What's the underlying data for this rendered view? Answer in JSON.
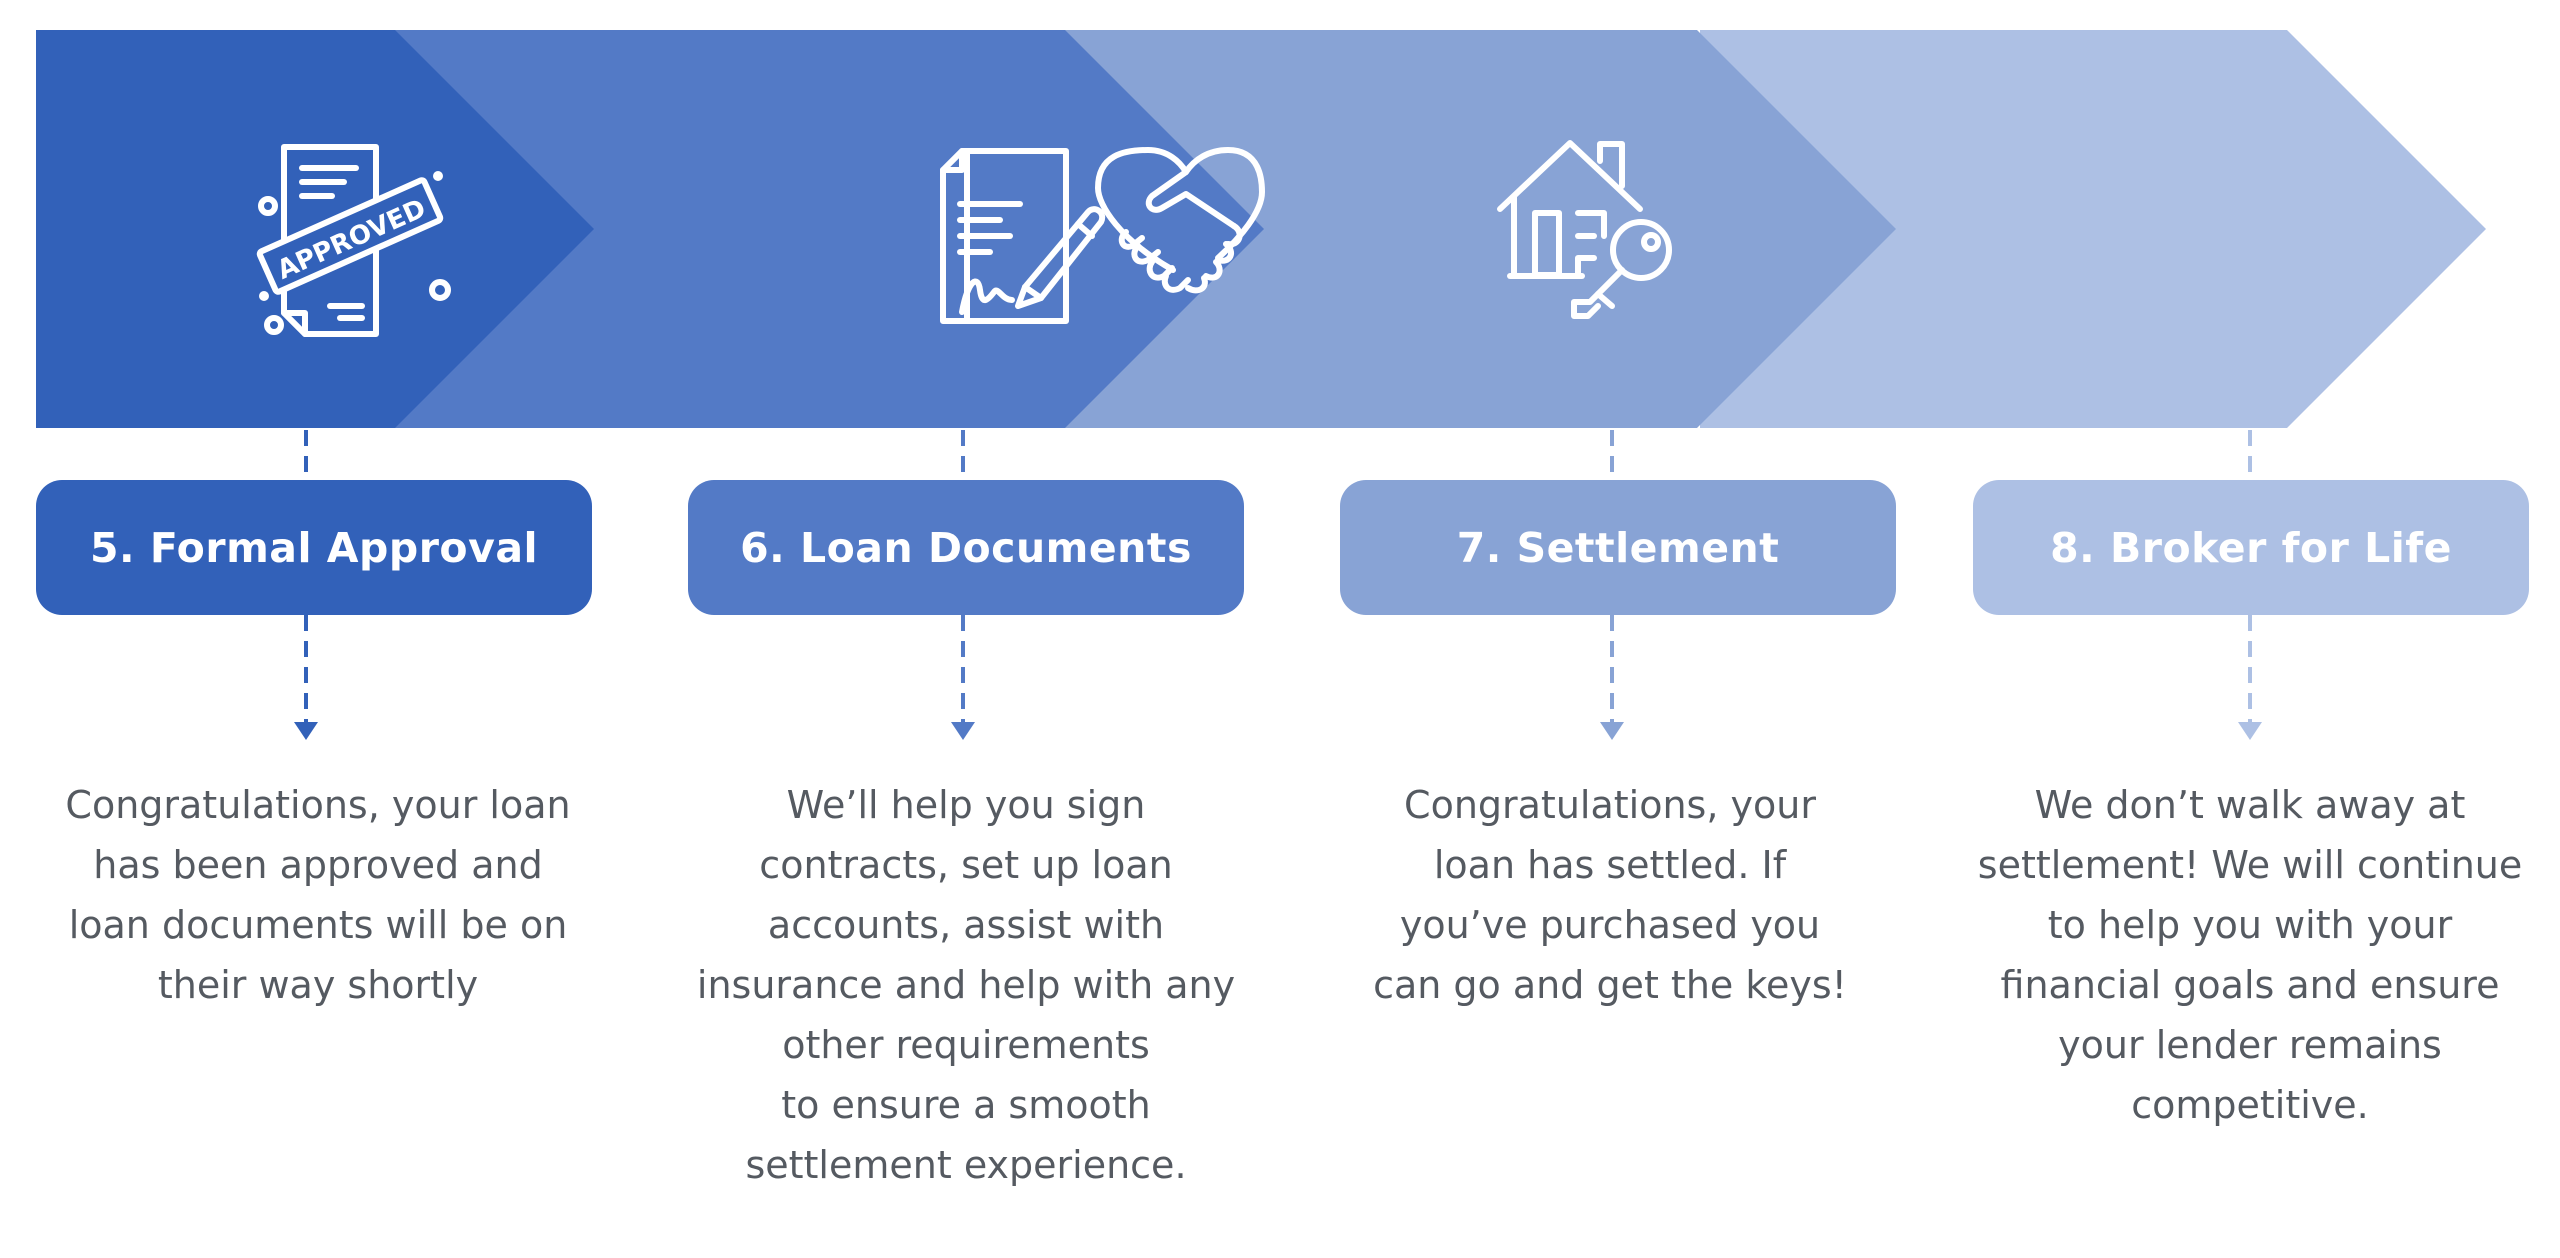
{
  "steps": [
    {
      "title": "5. Formal Approval",
      "description": "Congratulations, your loan\nhas been approved and\nloan documents will be on\ntheir way shortly",
      "icon": "approved-document-icon",
      "stamp_text": "APPROVED",
      "color": "#3261b9"
    },
    {
      "title": "6. Loan Documents",
      "description": "We’ll help you sign\ncontracts, set up loan\naccounts, assist with\ninsurance and help with any\nother requirements\nto ensure a smooth\nsettlement experience.",
      "icon": "signing-contract-icon",
      "color": "#537ac6"
    },
    {
      "title": "7. Settlement",
      "description": "Congratulations, your\nloan has settled. If\nyou’ve purchased you\ncan go and get the keys!",
      "icon": "house-key-icon",
      "color": "#88a3d5"
    },
    {
      "title": "8. Broker for Life",
      "description": "We don’t walk away at\nsettlement! We will continue\nto help you with your\nfinancial goals and ensure\nyour lender remains\ncompetitive.",
      "icon": "handshake-heart-icon",
      "color": "#adc0e4"
    }
  ]
}
